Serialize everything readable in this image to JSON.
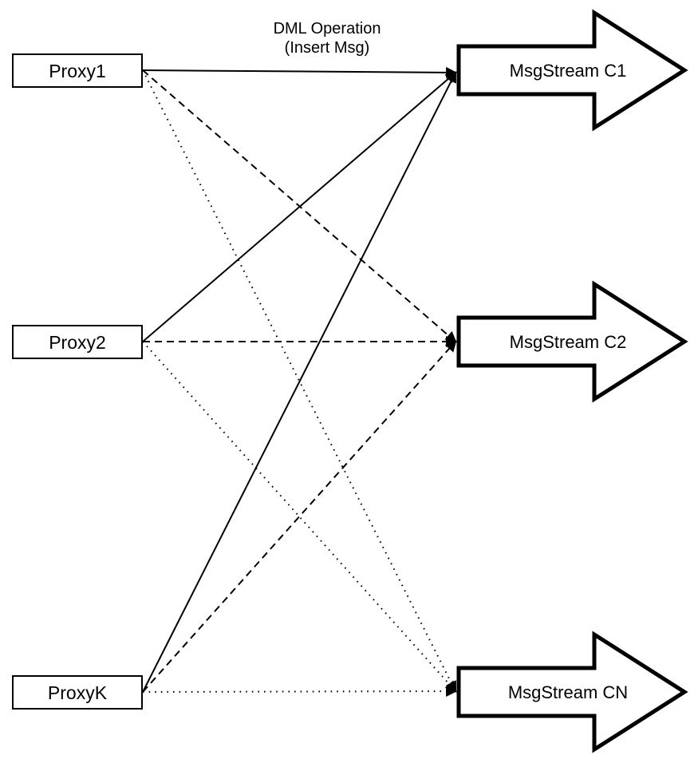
{
  "diagram": {
    "title_line1": "DML Operation",
    "title_line2": "(Insert Msg)",
    "nodes": {
      "proxies": [
        {
          "id": "proxy1",
          "label": "Proxy1"
        },
        {
          "id": "proxy2",
          "label": "Proxy2"
        },
        {
          "id": "proxyk",
          "label": "ProxyK"
        }
      ],
      "streams": [
        {
          "id": "c1",
          "label": "MsgStream C1"
        },
        {
          "id": "c2",
          "label": "MsgStream C2"
        },
        {
          "id": "cn",
          "label": "MsgStream CN"
        }
      ]
    },
    "edges": [
      {
        "from": "proxy1",
        "to": "c1",
        "style": "solid"
      },
      {
        "from": "proxy1",
        "to": "c2",
        "style": "dashed"
      },
      {
        "from": "proxy1",
        "to": "cn",
        "style": "dotted"
      },
      {
        "from": "proxy2",
        "to": "c1",
        "style": "solid"
      },
      {
        "from": "proxy2",
        "to": "c2",
        "style": "dashed"
      },
      {
        "from": "proxy2",
        "to": "cn",
        "style": "dotted"
      },
      {
        "from": "proxyk",
        "to": "c1",
        "style": "solid"
      },
      {
        "from": "proxyk",
        "to": "c2",
        "style": "dashed"
      },
      {
        "from": "proxyk",
        "to": "cn",
        "style": "dotted"
      }
    ],
    "colors": {
      "stroke": "#000000",
      "background": "#ffffff"
    }
  }
}
